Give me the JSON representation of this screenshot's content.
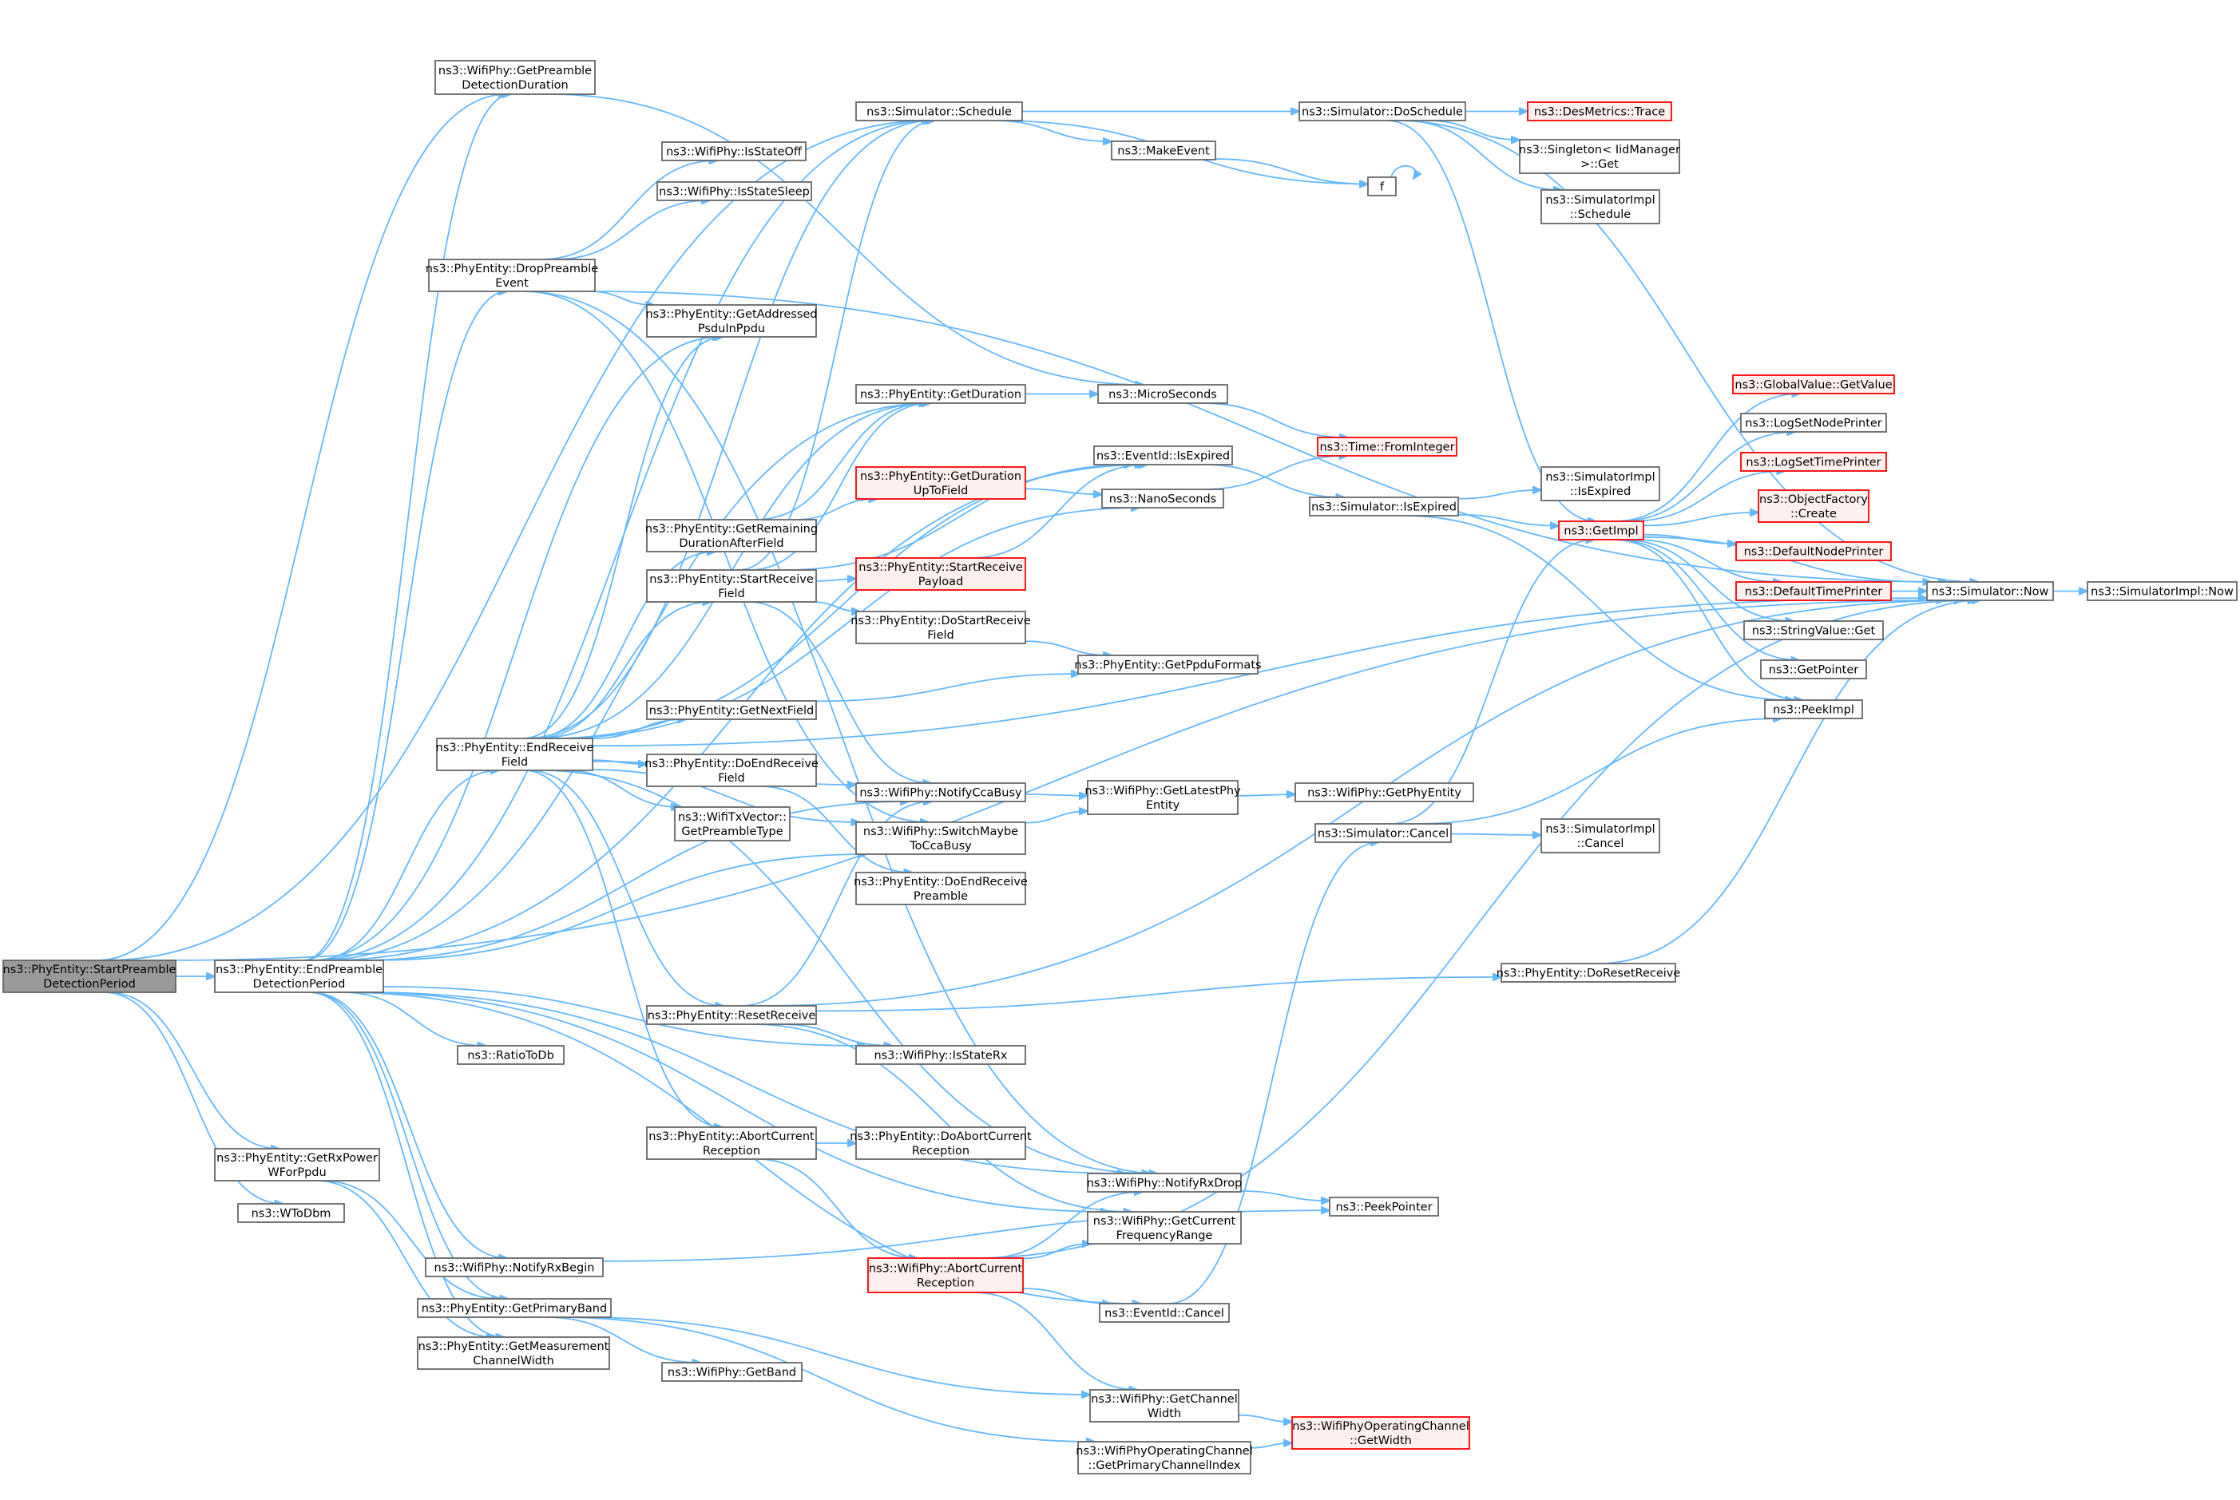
{
  "nodes": [
    {
      "id": "start",
      "lines": [
        "ns3::PhyEntity::StartPreamble",
        "DetectionPeriod"
      ],
      "style": "root"
    },
    {
      "id": "end_pre",
      "lines": [
        "ns3::PhyEntity::EndPreamble",
        "DetectionPeriod"
      ],
      "style": "normal"
    },
    {
      "id": "rxpower",
      "lines": [
        "ns3::PhyEntity::GetRxPower",
        "WForPpdu"
      ],
      "style": "normal"
    },
    {
      "id": "wtodbm",
      "lines": [
        "ns3::WToDbm"
      ],
      "style": "normal"
    },
    {
      "id": "getpre",
      "lines": [
        "ns3::WifiPhy::GetPreamble",
        "DetectionDuration"
      ],
      "style": "normal"
    },
    {
      "id": "drop_pre",
      "lines": [
        "ns3::PhyEntity::DropPreamble",
        "Event"
      ],
      "style": "normal"
    },
    {
      "id": "end_rx_field",
      "lines": [
        "ns3::PhyEntity::EndReceive",
        "Field"
      ],
      "style": "normal"
    },
    {
      "id": "ratiotodb",
      "lines": [
        "ns3::RatioToDb"
      ],
      "style": "normal"
    },
    {
      "id": "notify_rx_begin",
      "lines": [
        "ns3::WifiPhy::NotifyRxBegin"
      ],
      "style": "normal"
    },
    {
      "id": "get_primary_band",
      "lines": [
        "ns3::PhyEntity::GetPrimaryBand"
      ],
      "style": "normal"
    },
    {
      "id": "get_meas_cw",
      "lines": [
        "ns3::PhyEntity::GetMeasurement",
        "ChannelWidth"
      ],
      "style": "normal"
    },
    {
      "id": "is_state_off",
      "lines": [
        "ns3::WifiPhy::IsStateOff"
      ],
      "style": "normal"
    },
    {
      "id": "is_state_sleep",
      "lines": [
        "ns3::WifiPhy::IsStateSleep"
      ],
      "style": "normal"
    },
    {
      "id": "get_addressed",
      "lines": [
        "ns3::PhyEntity::GetAddressed",
        "PsduInPpdu"
      ],
      "style": "normal"
    },
    {
      "id": "get_remaining",
      "lines": [
        "ns3::PhyEntity::GetRemaining",
        "DurationAfterField"
      ],
      "style": "normal"
    },
    {
      "id": "start_rx_field",
      "lines": [
        "ns3::PhyEntity::StartReceive",
        "Field"
      ],
      "style": "normal"
    },
    {
      "id": "get_next_field",
      "lines": [
        "ns3::PhyEntity::GetNextField"
      ],
      "style": "normal"
    },
    {
      "id": "do_end_rx_field",
      "lines": [
        "ns3::PhyEntity::DoEndReceive",
        "Field"
      ],
      "style": "normal"
    },
    {
      "id": "get_preamble_type",
      "lines": [
        "ns3::WifiTxVector::",
        "GetPreambleType"
      ],
      "style": "normal"
    },
    {
      "id": "reset_receive",
      "lines": [
        "ns3::PhyEntity::ResetReceive"
      ],
      "style": "normal"
    },
    {
      "id": "abort_current",
      "lines": [
        "ns3::PhyEntity::AbortCurrent",
        "Reception"
      ],
      "style": "normal"
    },
    {
      "id": "get_band",
      "lines": [
        "ns3::WifiPhy::GetBand"
      ],
      "style": "normal"
    },
    {
      "id": "sim_schedule",
      "lines": [
        "ns3::Simulator::Schedule"
      ],
      "style": "normal"
    },
    {
      "id": "get_duration",
      "lines": [
        "ns3::PhyEntity::GetDuration"
      ],
      "style": "normal"
    },
    {
      "id": "get_dur_upto",
      "lines": [
        "ns3::PhyEntity::GetDuration",
        "UpToField"
      ],
      "style": "red"
    },
    {
      "id": "start_rx_payload",
      "lines": [
        "ns3::PhyEntity::StartReceive",
        "Payload"
      ],
      "style": "red"
    },
    {
      "id": "do_start_rx_field",
      "lines": [
        "ns3::PhyEntity::DoStartReceive",
        "Field"
      ],
      "style": "normal"
    },
    {
      "id": "notify_cca_busy",
      "lines": [
        "ns3::WifiPhy::NotifyCcaBusy"
      ],
      "style": "normal"
    },
    {
      "id": "switch_maybe",
      "lines": [
        "ns3::WifiPhy::SwitchMaybe",
        "ToCcaBusy"
      ],
      "style": "normal"
    },
    {
      "id": "do_end_rx_pre",
      "lines": [
        "ns3::PhyEntity::DoEndReceive",
        "Preamble"
      ],
      "style": "normal"
    },
    {
      "id": "is_state_rx",
      "lines": [
        "ns3::WifiPhy::IsStateRx"
      ],
      "style": "normal"
    },
    {
      "id": "do_abort_current",
      "lines": [
        "ns3::PhyEntity::DoAbortCurrent",
        "Reception"
      ],
      "style": "normal"
    },
    {
      "id": "wifiphy_abort",
      "lines": [
        "ns3::WifiPhy::AbortCurrent",
        "Reception"
      ],
      "style": "red"
    },
    {
      "id": "make_event",
      "lines": [
        "ns3::MakeEvent"
      ],
      "style": "normal"
    },
    {
      "id": "microseconds",
      "lines": [
        "ns3::MicroSeconds"
      ],
      "style": "normal"
    },
    {
      "id": "eventid_isexpired",
      "lines": [
        "ns3::EventId::IsExpired"
      ],
      "style": "normal"
    },
    {
      "id": "nanoseconds",
      "lines": [
        "ns3::NanoSeconds"
      ],
      "style": "normal"
    },
    {
      "id": "get_ppdu_formats",
      "lines": [
        "ns3::PhyEntity::GetPpduFormats"
      ],
      "style": "normal"
    },
    {
      "id": "get_latest_phy",
      "lines": [
        "ns3::WifiPhy::GetLatestPhy",
        "Entity"
      ],
      "style": "normal"
    },
    {
      "id": "notify_rx_drop",
      "lines": [
        "ns3::WifiPhy::NotifyRxDrop"
      ],
      "style": "normal"
    },
    {
      "id": "get_current_freq",
      "lines": [
        "ns3::WifiPhy::GetCurrent",
        "FrequencyRange"
      ],
      "style": "normal"
    },
    {
      "id": "eventid_cancel",
      "lines": [
        "ns3::EventId::Cancel"
      ],
      "style": "normal"
    },
    {
      "id": "get_channel_width",
      "lines": [
        "ns3::WifiPhy::GetChannel",
        "Width"
      ],
      "style": "normal"
    },
    {
      "id": "get_primary_ch_idx",
      "lines": [
        "ns3::WifiPhyOperatingChannel",
        "::GetPrimaryChannelIndex"
      ],
      "style": "normal"
    },
    {
      "id": "f",
      "lines": [
        "f"
      ],
      "style": "normal"
    },
    {
      "id": "sim_doschedule",
      "lines": [
        "ns3::Simulator::DoSchedule"
      ],
      "style": "normal"
    },
    {
      "id": "time_frominteger",
      "lines": [
        "ns3::Time::FromInteger"
      ],
      "style": "red"
    },
    {
      "id": "sim_isexpired",
      "lines": [
        "ns3::Simulator::IsExpired"
      ],
      "style": "normal"
    },
    {
      "id": "get_phy_entity",
      "lines": [
        "ns3::WifiPhy::GetPhyEntity"
      ],
      "style": "normal"
    },
    {
      "id": "sim_cancel",
      "lines": [
        "ns3::Simulator::Cancel"
      ],
      "style": "normal"
    },
    {
      "id": "do_reset_receive",
      "lines": [
        "ns3::PhyEntity::DoResetReceive"
      ],
      "style": "normal"
    },
    {
      "id": "peek_pointer",
      "lines": [
        "ns3::PeekPointer"
      ],
      "style": "normal"
    },
    {
      "id": "wifiop_getwidth",
      "lines": [
        "ns3::WifiPhyOperatingChannel",
        "::GetWidth"
      ],
      "style": "red"
    },
    {
      "id": "des_metrics",
      "lines": [
        "ns3::DesMetrics::Trace"
      ],
      "style": "red"
    },
    {
      "id": "singleton_get",
      "lines": [
        "ns3::Singleton< IidManager",
        ">::Get"
      ],
      "style": "normal"
    },
    {
      "id": "simimpl_schedule",
      "lines": [
        "ns3::SimulatorImpl",
        "::Schedule"
      ],
      "style": "normal"
    },
    {
      "id": "simimpl_isexpired",
      "lines": [
        "ns3::SimulatorImpl",
        "::IsExpired"
      ],
      "style": "normal"
    },
    {
      "id": "getimpl",
      "lines": [
        "ns3::GetImpl"
      ],
      "style": "red"
    },
    {
      "id": "simimpl_cancel",
      "lines": [
        "ns3::SimulatorImpl",
        "::Cancel"
      ],
      "style": "normal"
    },
    {
      "id": "global_getvalue",
      "lines": [
        "ns3::GlobalValue::GetValue"
      ],
      "style": "red"
    },
    {
      "id": "log_node_printer",
      "lines": [
        "ns3::LogSetNodePrinter"
      ],
      "style": "normal"
    },
    {
      "id": "log_time_printer",
      "lines": [
        "ns3::LogSetTimePrinter"
      ],
      "style": "red"
    },
    {
      "id": "objfactory_create",
      "lines": [
        "ns3::ObjectFactory",
        "::Create"
      ],
      "style": "red"
    },
    {
      "id": "default_node_printer",
      "lines": [
        "ns3::DefaultNodePrinter"
      ],
      "style": "red"
    },
    {
      "id": "default_time_printer",
      "lines": [
        "ns3::DefaultTimePrinter"
      ],
      "style": "red"
    },
    {
      "id": "stringvalue_get",
      "lines": [
        "ns3::StringValue::Get"
      ],
      "style": "normal"
    },
    {
      "id": "getpointer",
      "lines": [
        "ns3::GetPointer"
      ],
      "style": "normal"
    },
    {
      "id": "peekimpl",
      "lines": [
        "ns3::PeekImpl"
      ],
      "style": "normal"
    },
    {
      "id": "sim_now",
      "lines": [
        "ns3::Simulator::Now"
      ],
      "style": "normal"
    },
    {
      "id": "simimpl_now",
      "lines": [
        "ns3::SimulatorImpl::Now"
      ],
      "style": "normal"
    }
  ],
  "edges": [
    [
      "start",
      "end_pre"
    ],
    [
      "start",
      "rxpower"
    ],
    [
      "start",
      "wtodbm"
    ],
    [
      "start",
      "getpre"
    ],
    [
      "start",
      "sim_schedule"
    ],
    [
      "start",
      "sim_now"
    ],
    [
      "end_pre",
      "getpre"
    ],
    [
      "end_pre",
      "drop_pre"
    ],
    [
      "end_pre",
      "end_rx_field"
    ],
    [
      "end_pre",
      "ratiotodb"
    ],
    [
      "end_pre",
      "notify_rx_begin"
    ],
    [
      "end_pre",
      "get_primary_band"
    ],
    [
      "end_pre",
      "get_meas_cw"
    ],
    [
      "end_pre",
      "sim_schedule"
    ],
    [
      "end_pre",
      "get_addressed"
    ],
    [
      "end_pre",
      "get_duration"
    ],
    [
      "end_pre",
      "eventid_isexpired"
    ],
    [
      "end_pre",
      "notify_cca_busy"
    ],
    [
      "end_pre",
      "switch_maybe"
    ],
    [
      "end_pre",
      "is_state_rx"
    ],
    [
      "end_pre",
      "notify_rx_drop"
    ],
    [
      "end_pre",
      "get_current_freq"
    ],
    [
      "end_pre",
      "eventid_cancel"
    ],
    [
      "rxpower",
      "get_primary_band"
    ],
    [
      "rxpower",
      "get_meas_cw"
    ],
    [
      "getpre",
      "microseconds"
    ],
    [
      "drop_pre",
      "is_state_off"
    ],
    [
      "drop_pre",
      "is_state_sleep"
    ],
    [
      "drop_pre",
      "get_addressed"
    ],
    [
      "drop_pre",
      "notify_rx_drop"
    ],
    [
      "drop_pre",
      "switch_maybe"
    ],
    [
      "drop_pre",
      "sim_now"
    ],
    [
      "end_rx_field",
      "get_addressed"
    ],
    [
      "end_rx_field",
      "sim_schedule"
    ],
    [
      "end_rx_field",
      "get_remaining"
    ],
    [
      "end_rx_field",
      "start_rx_field"
    ],
    [
      "end_rx_field",
      "get_next_field"
    ],
    [
      "end_rx_field",
      "do_end_rx_field"
    ],
    [
      "end_rx_field",
      "get_preamble_type"
    ],
    [
      "end_rx_field",
      "reset_receive"
    ],
    [
      "end_rx_field",
      "abort_current"
    ],
    [
      "end_rx_field",
      "get_duration"
    ],
    [
      "end_rx_field",
      "eventid_isexpired"
    ],
    [
      "end_rx_field",
      "nanoseconds"
    ],
    [
      "end_rx_field",
      "notify_cca_busy"
    ],
    [
      "end_rx_field",
      "switch_maybe"
    ],
    [
      "end_rx_field",
      "notify_rx_drop"
    ],
    [
      "end_rx_field",
      "sim_now"
    ],
    [
      "get_primary_band",
      "get_band"
    ],
    [
      "get_primary_band",
      "get_channel_width"
    ],
    [
      "get_primary_band",
      "get_primary_ch_idx"
    ],
    [
      "notify_rx_begin",
      "peek_pointer"
    ],
    [
      "get_remaining",
      "get_duration"
    ],
    [
      "get_remaining",
      "get_dur_upto"
    ],
    [
      "start_rx_field",
      "sim_schedule"
    ],
    [
      "start_rx_field",
      "get_duration"
    ],
    [
      "start_rx_field",
      "start_rx_payload"
    ],
    [
      "start_rx_field",
      "do_start_rx_field"
    ],
    [
      "start_rx_field",
      "notify_cca_busy"
    ],
    [
      "start_rx_field",
      "eventid_isexpired"
    ],
    [
      "get_next_field",
      "get_ppdu_formats"
    ],
    [
      "do_end_rx_field",
      "do_end_rx_pre"
    ],
    [
      "reset_receive",
      "is_state_rx"
    ],
    [
      "reset_receive",
      "do_reset_receive"
    ],
    [
      "reset_receive",
      "notify_cca_busy"
    ],
    [
      "reset_receive",
      "get_current_freq"
    ],
    [
      "reset_receive",
      "sim_now"
    ],
    [
      "abort_current",
      "do_abort_current"
    ],
    [
      "abort_current",
      "wifiphy_abort"
    ],
    [
      "wifiphy_abort",
      "notify_rx_drop"
    ],
    [
      "wifiphy_abort",
      "get_current_freq"
    ],
    [
      "wifiphy_abort",
      "eventid_cancel"
    ],
    [
      "wifiphy_abort",
      "get_channel_width"
    ],
    [
      "wifiphy_abort",
      "sim_now"
    ],
    [
      "sim_schedule",
      "sim_doschedule"
    ],
    [
      "sim_schedule",
      "make_event"
    ],
    [
      "sim_schedule",
      "f"
    ],
    [
      "make_event",
      "f"
    ],
    [
      "f",
      "f"
    ],
    [
      "get_duration",
      "microseconds"
    ],
    [
      "get_dur_upto",
      "nanoseconds"
    ],
    [
      "start_rx_payload",
      "eventid_isexpired"
    ],
    [
      "do_start_rx_field",
      "get_ppdu_formats"
    ],
    [
      "microseconds",
      "time_frominteger"
    ],
    [
      "nanoseconds",
      "time_frominteger"
    ],
    [
      "eventid_isexpired",
      "sim_isexpired"
    ],
    [
      "notify_cca_busy",
      "get_latest_phy"
    ],
    [
      "switch_maybe",
      "get_latest_phy"
    ],
    [
      "get_latest_phy",
      "get_phy_entity"
    ],
    [
      "notify_rx_drop",
      "peek_pointer"
    ],
    [
      "eventid_cancel",
      "sim_cancel"
    ],
    [
      "get_channel_width",
      "wifiop_getwidth"
    ],
    [
      "get_primary_ch_idx",
      "wifiop_getwidth"
    ],
    [
      "sim_doschedule",
      "des_metrics"
    ],
    [
      "sim_doschedule",
      "singleton_get"
    ],
    [
      "sim_doschedule",
      "simimpl_schedule"
    ],
    [
      "sim_doschedule",
      "getimpl"
    ],
    [
      "sim_doschedule",
      "sim_now"
    ],
    [
      "sim_isexpired",
      "simimpl_isexpired"
    ],
    [
      "sim_isexpired",
      "getimpl"
    ],
    [
      "sim_isexpired",
      "peekimpl"
    ],
    [
      "sim_cancel",
      "simimpl_cancel"
    ],
    [
      "sim_cancel",
      "getimpl"
    ],
    [
      "sim_cancel",
      "peekimpl"
    ],
    [
      "do_reset_receive",
      "sim_now"
    ],
    [
      "getimpl",
      "global_getvalue"
    ],
    [
      "getimpl",
      "log_node_printer"
    ],
    [
      "getimpl",
      "log_time_printer"
    ],
    [
      "getimpl",
      "objfactory_create"
    ],
    [
      "getimpl",
      "default_node_printer"
    ],
    [
      "getimpl",
      "default_time_printer"
    ],
    [
      "getimpl",
      "stringvalue_get"
    ],
    [
      "getimpl",
      "getpointer"
    ],
    [
      "getimpl",
      "peekimpl"
    ],
    [
      "getimpl",
      "sim_now"
    ],
    [
      "default_time_printer",
      "sim_now"
    ],
    [
      "sim_now",
      "simimpl_now"
    ]
  ]
}
